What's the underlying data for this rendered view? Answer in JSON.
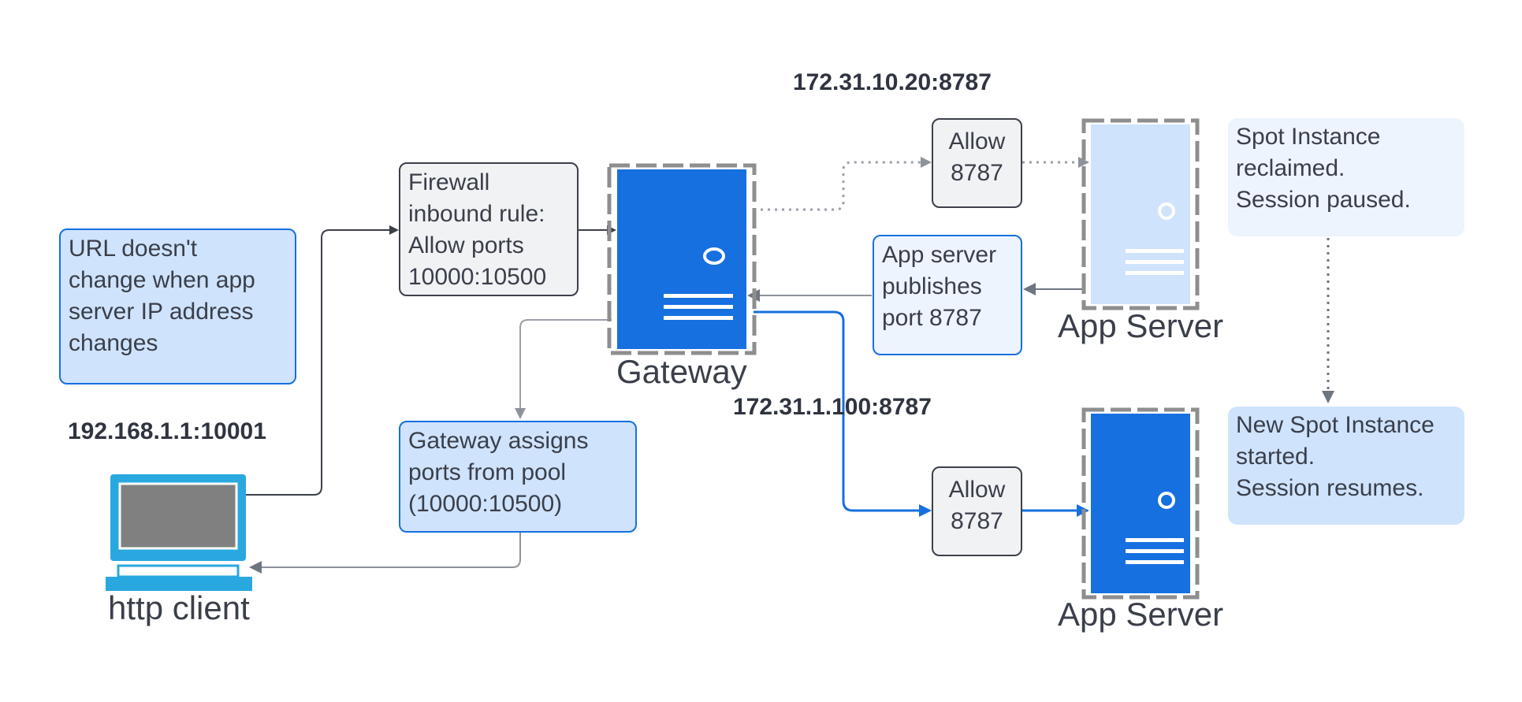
{
  "ip_labels": {
    "app_server_1": "172.31.10.20:8787",
    "app_server_2": "172.31.1.100:8787",
    "client": "192.168.1.1:10001"
  },
  "boxes": {
    "url_note": "URL doesn't\nchange when app\nserver IP address\nchanges",
    "firewall": "Firewall\ninbound rule:\nAllow ports\n10000:10500",
    "gateway_assign": "Gateway assigns\nports from pool\n(10000:10500)",
    "publish": "App server\npublishes\nport 8787",
    "allow_top": "Allow\n8787",
    "allow_bottom": "Allow\n8787",
    "spot_reclaimed": "Spot Instance\nreclaimed.\nSession paused.",
    "spot_new": "New Spot Instance\nstarted.\nSession resumes."
  },
  "captions": {
    "gateway": "Gateway",
    "app_server_top": "App Server",
    "app_server_bottom": "App Server",
    "client": "http client"
  },
  "icons": {
    "gateway": "server-icon",
    "app_server_top": "server-icon",
    "app_server_bottom": "server-icon",
    "client": "laptop-icon"
  },
  "colors": {
    "primary_blue": "#1670e0",
    "light_blue": "#cfe3fc",
    "pale_blue": "#edf4fe",
    "dark_line": "#3c404a",
    "grey_line": "#9a9fa8",
    "laptop_blue": "#29a8e0"
  }
}
